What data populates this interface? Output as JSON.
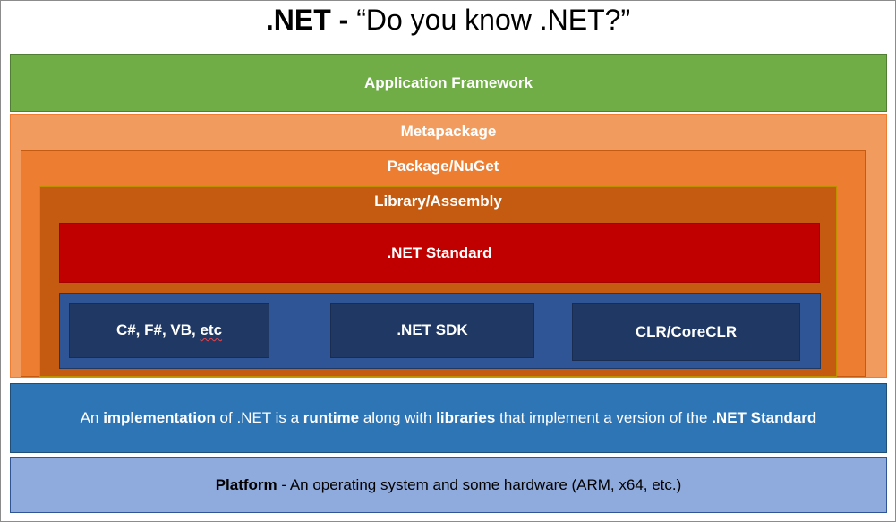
{
  "title": {
    "bold_part": ".NET - ",
    "rest": "“Do you know .NET?”"
  },
  "layers": {
    "application_framework": "Application Framework",
    "metapackage": "Metapackage",
    "package": "Package/NuGet",
    "library": "Library/Assembly",
    "net_standard": ".NET Standard"
  },
  "runtime": {
    "languages_prefix": "C#, F#, VB, ",
    "languages_etc": "etc",
    "sdk": ".NET SDK",
    "clr": "CLR/CoreCLR"
  },
  "implementation": {
    "t1": "An ",
    "b1": "implementation",
    "t2": " of .NET is a ",
    "b2": "runtime",
    "t3": " along with ",
    "b3": "libraries",
    "t4": " that implement a version of the ",
    "b4": ".NET Standard"
  },
  "platform": {
    "b1": "Platform",
    "t1": " - An operating system and some hardware (ARM, x64, etc.)"
  },
  "colors": {
    "application_framework": "#70ad47",
    "metapackage": "#f19c5e",
    "package": "#ed7d31",
    "library": "#c55a11",
    "net_standard": "#c00000",
    "runtime": "#2f5597",
    "runtime_items": "#203864",
    "implementation": "#2e75b6",
    "platform": "#8faadc"
  }
}
